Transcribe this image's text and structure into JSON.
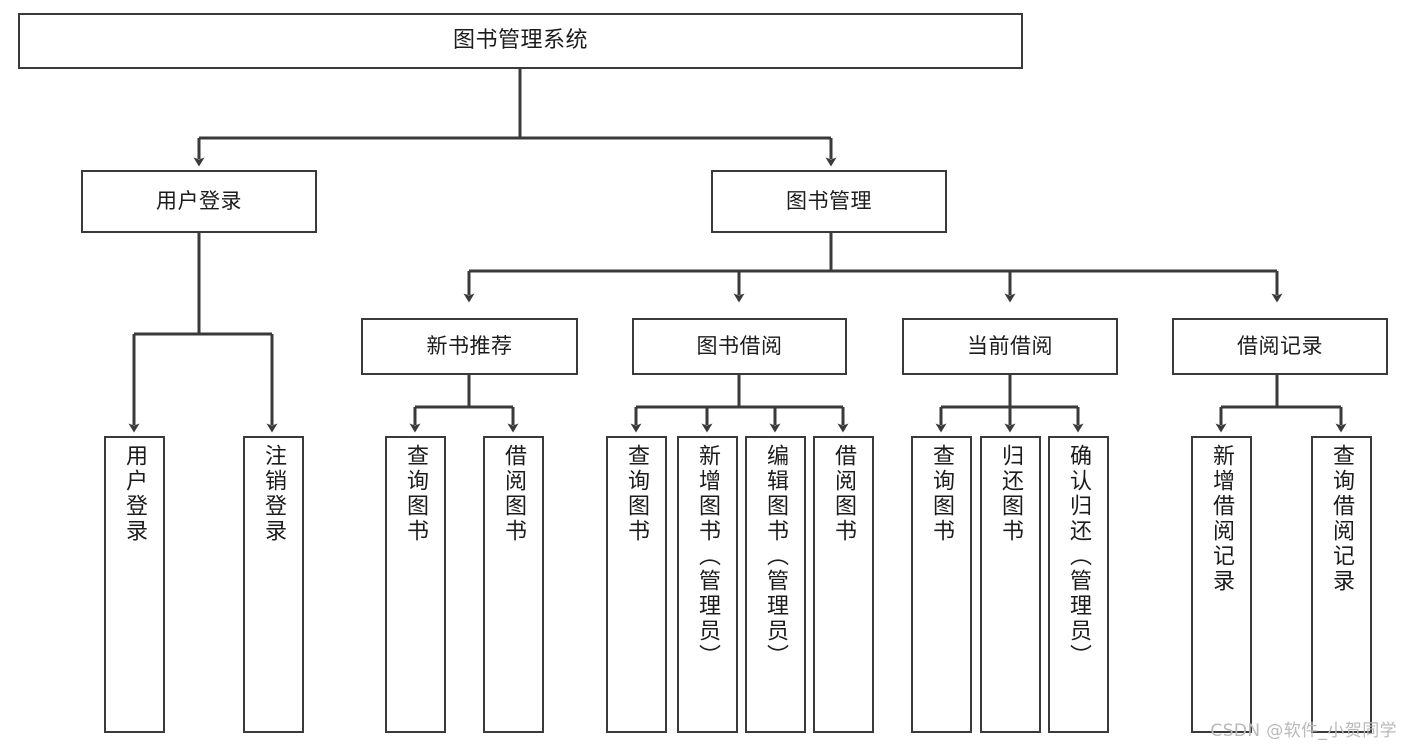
{
  "diagram": {
    "title": "图书管理系统",
    "type": "tree-structure-chart",
    "stroke_color": "#3a3a3a",
    "background_color": "#ffffff",
    "text_color": "#1c1c1c"
  },
  "nodes": {
    "root": {
      "label": "图书管理系统"
    },
    "level2": [
      {
        "id": "user-login",
        "label": "用户登录"
      },
      {
        "id": "book-manage",
        "label": "图书管理"
      }
    ],
    "level3": [
      {
        "id": "new-book-recommend",
        "label": "新书推荐"
      },
      {
        "id": "book-borrow",
        "label": "图书借阅"
      },
      {
        "id": "current-borrow",
        "label": "当前借阅"
      },
      {
        "id": "borrow-record",
        "label": "借阅记录"
      }
    ],
    "leaves": {
      "user_login": [
        {
          "id": "leaf-user-login",
          "label": "用户登录"
        },
        {
          "id": "leaf-logout-login",
          "label": "注销登录"
        }
      ],
      "new_book_recommend": [
        {
          "id": "leaf-query-book-1",
          "label": "查询图书"
        },
        {
          "id": "leaf-borrow-book-1",
          "label": "借阅图书"
        }
      ],
      "book_borrow": [
        {
          "id": "leaf-query-book-2",
          "label": "查询图书"
        },
        {
          "id": "leaf-add-book",
          "label": "新增图书（管理员）"
        },
        {
          "id": "leaf-edit-book",
          "label": "编辑图书（管理员）"
        },
        {
          "id": "leaf-borrow-book-2",
          "label": "借阅图书"
        }
      ],
      "current_borrow": [
        {
          "id": "leaf-query-book-3",
          "label": "查询图书"
        },
        {
          "id": "leaf-return-book",
          "label": "归还图书"
        },
        {
          "id": "leaf-confirm-return",
          "label": "确认归还（管理员）"
        }
      ],
      "borrow_record": [
        {
          "id": "leaf-add-record",
          "label": "新增借阅记录"
        },
        {
          "id": "leaf-query-record",
          "label": "查询借阅记录"
        }
      ]
    }
  },
  "watermark": {
    "text": "CSDN @软件_小贺同学",
    "color": "#b9b9b9"
  }
}
